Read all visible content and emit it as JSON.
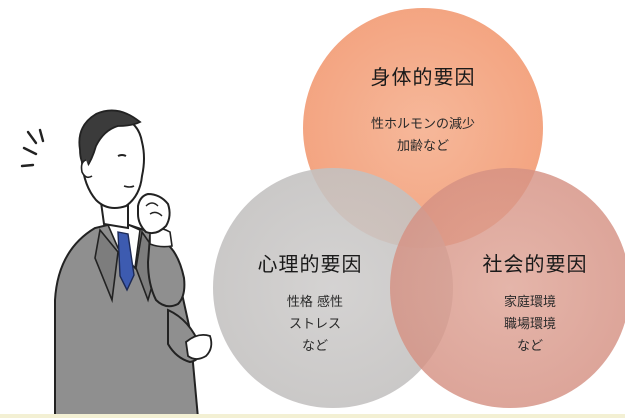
{
  "diagram": {
    "circles": [
      {
        "id": "physical",
        "title": "身体的要因",
        "lines": [
          "性ホルモンの減少",
          "加齢など"
        ],
        "color": "#f0a27c"
      },
      {
        "id": "psychological",
        "title": "心理的要因",
        "lines": [
          "性格  感性",
          "ストレス",
          "など"
        ],
        "color": "#c9c7c6"
      },
      {
        "id": "social",
        "title": "社会的要因",
        "lines": [
          "家庭環境",
          "職場環境",
          "など"
        ],
        "color": "#d99a8d"
      }
    ]
  },
  "illustration": {
    "figure": "thinking-businessman-icon",
    "accent_colors": {
      "suit": "#8f8f8f",
      "tie": "#3d5bb0",
      "shirt": "#ffffff"
    }
  }
}
